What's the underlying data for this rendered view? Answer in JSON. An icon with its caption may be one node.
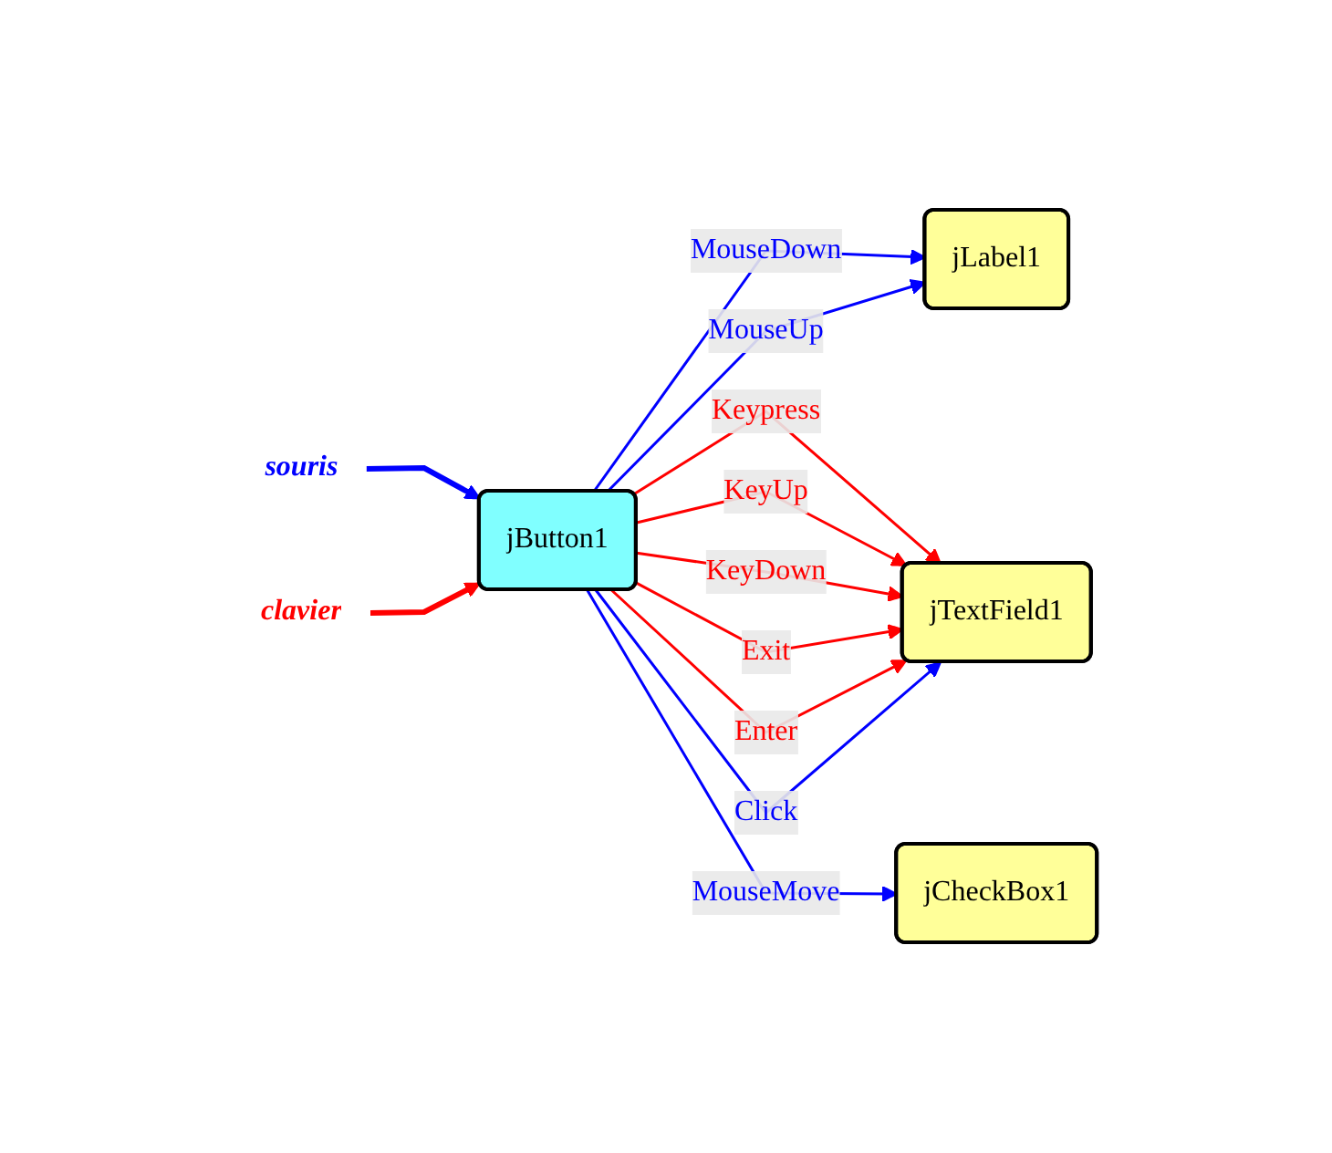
{
  "diagram": {
    "nodes": [
      {
        "text": [
          "jLabel1"
        ]
      },
      {
        "text": [
          "jTextField1"
        ]
      },
      {
        "text": [
          "souris"
        ]
      },
      {
        "text": [
          "jButton1"
        ]
      },
      {
        "text": [
          "clavier"
        ]
      },
      {
        "text": [
          "jCheckBox1"
        ]
      }
    ],
    "edges": [
      {
        "from": 3,
        "to": 0,
        "arrow": "to",
        "label": "MouseDown",
        "color": "#0000ff"
      },
      {
        "from": 3,
        "to": 0,
        "arrow": "to",
        "label": "MouseUp",
        "color": "#0000ff"
      },
      {
        "from": 3,
        "to": 1,
        "arrow": "to",
        "label": "Keypress",
        "color": "#ff0000"
      },
      {
        "from": 3,
        "to": 1,
        "arrow": "to",
        "label": "KeyUp",
        "color": "#ff0000"
      },
      {
        "from": 3,
        "to": 1,
        "arrow": "to",
        "label": "KeyDown",
        "color": "#ff0000"
      },
      {
        "from": 3,
        "to": 1,
        "arrow": "to",
        "label": "Exit",
        "color": "#ff0000"
      },
      {
        "from": 3,
        "to": 1,
        "arrow": "to",
        "label": "Enter",
        "color": "#ff0000"
      },
      {
        "from": 3,
        "to": 1,
        "arrow": "to",
        "label": "Click",
        "color": "#0000ff"
      },
      {
        "from": 2,
        "to": 3,
        "arrow": "to",
        "style": "thick",
        "color": "#0000ff"
      },
      {
        "from": 4,
        "to": 3,
        "arrow": "to",
        "style": "thick",
        "color": "#ff0000"
      },
      {
        "from": 3,
        "to": 5,
        "arrow": "to",
        "label": "MouseMove",
        "color": "#0000ff"
      }
    ]
  }
}
